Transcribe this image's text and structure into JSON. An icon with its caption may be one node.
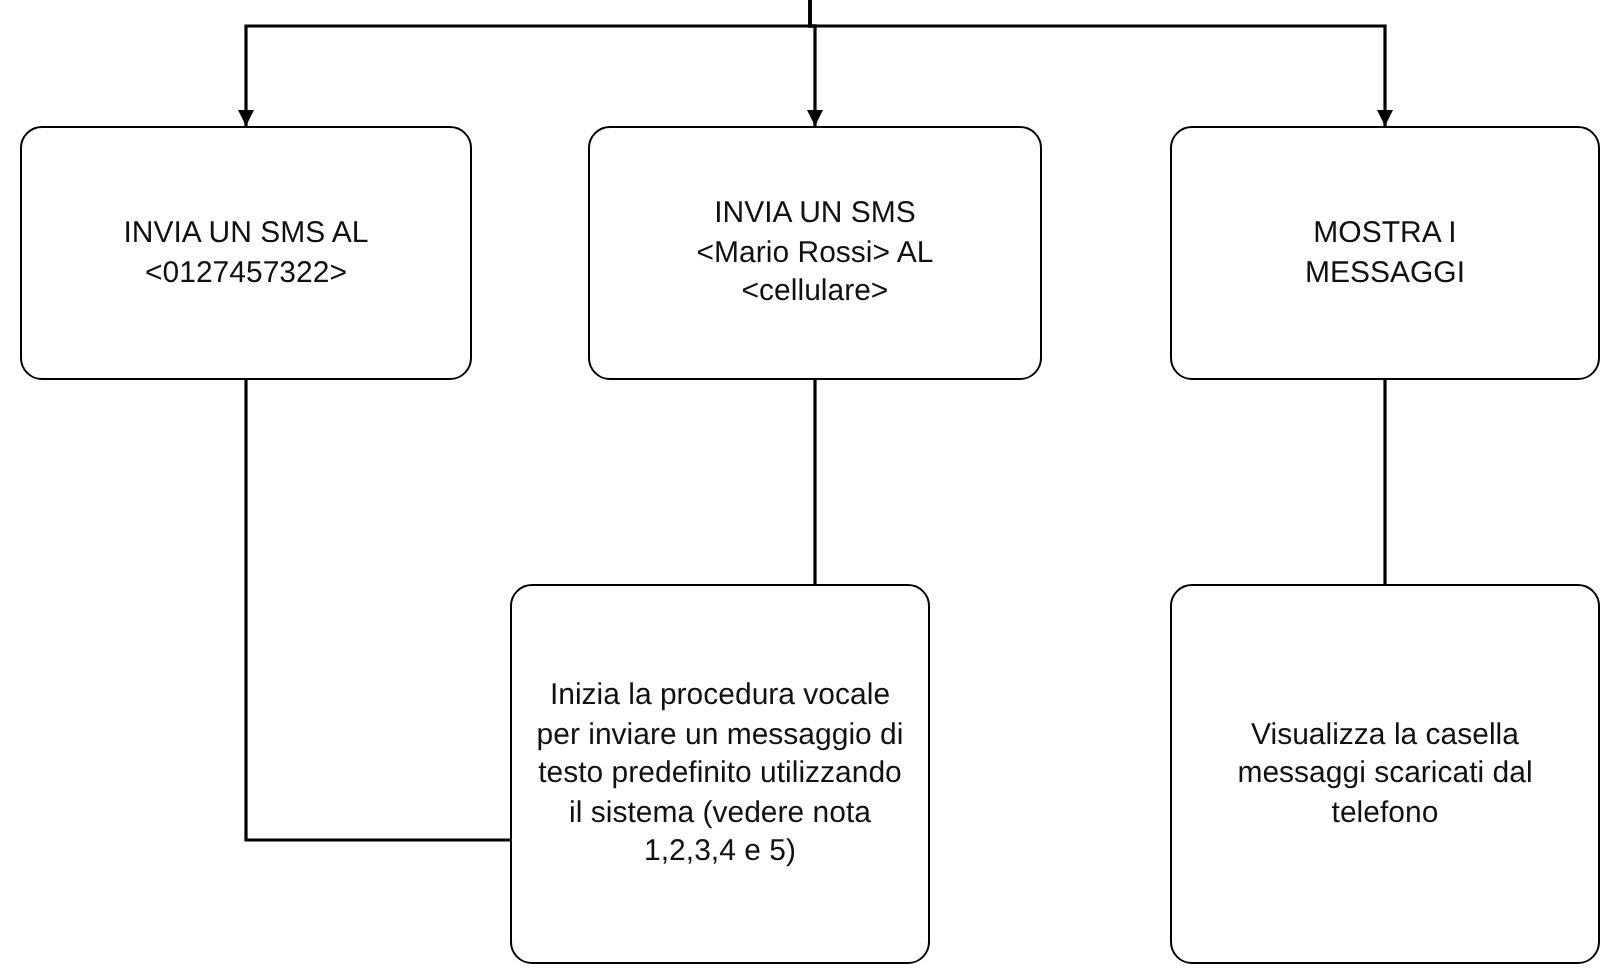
{
  "diagram": {
    "nodes": [
      {
        "text": [
          "INVIA UN SMS AL <0127457322>"
        ]
      },
      {
        "text": [
          "INVIA UN SMS <Mario Rossi> AL <cellulare>"
        ]
      },
      {
        "text": [
          "MOSTRA I MESSAGGI"
        ]
      },
      {
        "text": [
          "Inizia la procedura vocale per inviare un messaggio di testo predefinito utilizzando il sistema (vedere nota 1,2,3,4 e 5)"
        ]
      },
      {
        "text": [
          "Visualizza la casella messaggi scaricati dal telefono"
        ]
      }
    ],
    "edges": [
      {
        "from": null,
        "to": 0,
        "arrow": "to"
      },
      {
        "from": null,
        "to": 1,
        "arrow": "to"
      },
      {
        "from": null,
        "to": 2,
        "arrow": "to"
      },
      {
        "from": 0,
        "to": 3,
        "arrow": "none"
      },
      {
        "from": 1,
        "to": 3,
        "arrow": "none"
      },
      {
        "from": 2,
        "to": 4,
        "arrow": "none"
      }
    ]
  }
}
